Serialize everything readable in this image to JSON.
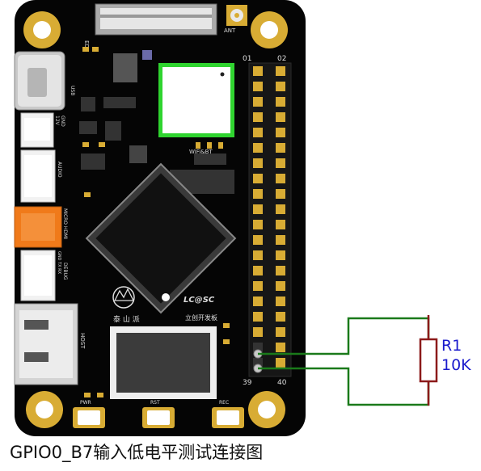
{
  "caption": "GPIO0_B7输入低电平测试连接图",
  "board": {
    "silk": {
      "edp": "EDP",
      "ant": "ANT",
      "usb": "USB",
      "v12": "12V",
      "gnd": "GND",
      "audio": "AUDIO",
      "micro_hdmi": "MICRO HDMI",
      "gnd_tx_rx": "GND TX RX",
      "debug": "DEBUG",
      "host": "HOST",
      "wifi_bt": "WiFi&BT",
      "logo_name": "泰 山 派",
      "lcsc": "LC@SC",
      "lcsc_sub": "立创开发板",
      "pwr": "PWR",
      "rst": "RST",
      "rec": "REC",
      "pin01": "01",
      "pin02": "02",
      "pin39": "39",
      "pin40": "40"
    }
  },
  "resistor": {
    "ref": "R1",
    "value": "10K"
  },
  "colors": {
    "board": "#000000",
    "gold": "#d8ac34",
    "wire": "#1a7a1a",
    "resistor": "#8c1a1a",
    "label_blue": "#1a1acc",
    "module_border": "#2fd42f",
    "hdmi_orange": "#f07a1a"
  }
}
